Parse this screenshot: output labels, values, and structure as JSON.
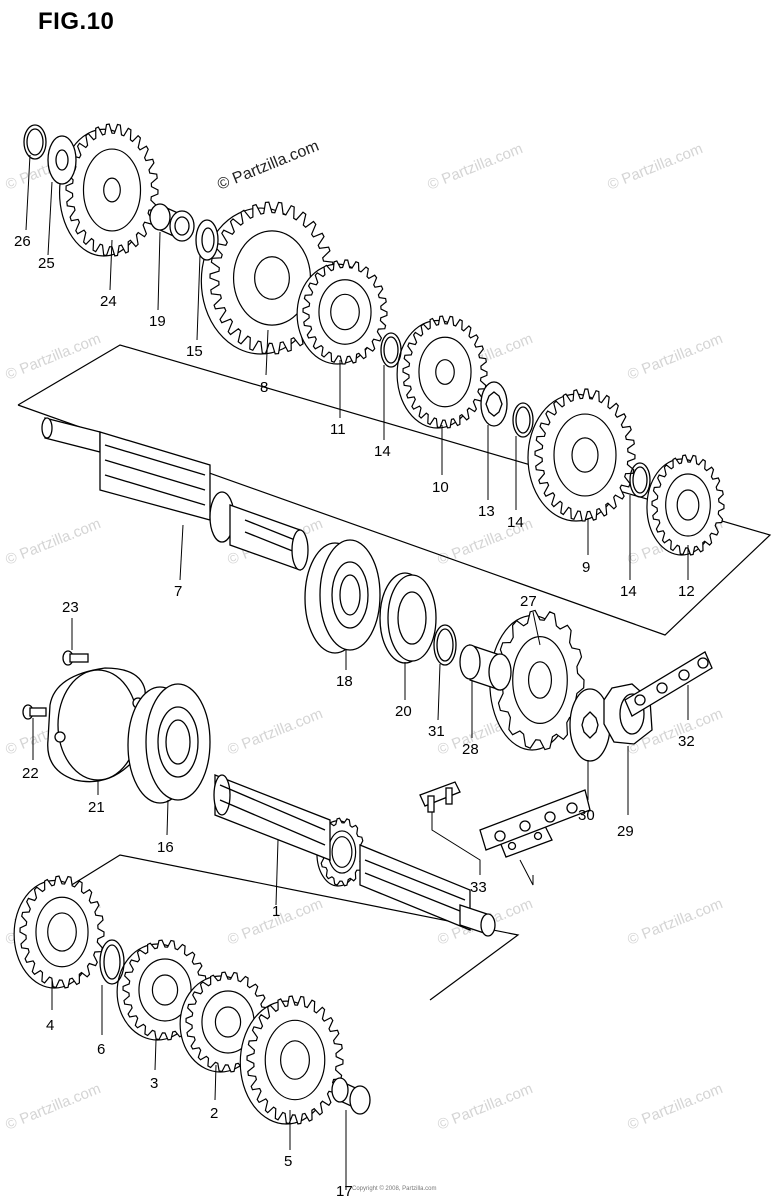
{
  "figure": {
    "title": "FIG.10",
    "watermark_main": "© Partzilla.com",
    "watermark_repeat": "© Partzilla.com",
    "footer": "Copyright © 2008, Partzilla.com"
  },
  "colors": {
    "line": "#000000",
    "watermark": "#d4d4d4"
  },
  "callouts": [
    {
      "id": "26",
      "label": "26"
    },
    {
      "id": "25",
      "label": "25"
    },
    {
      "id": "24",
      "label": "24"
    },
    {
      "id": "19",
      "label": "19"
    },
    {
      "id": "15",
      "label": "15"
    },
    {
      "id": "8",
      "label": "8"
    },
    {
      "id": "11",
      "label": "11"
    },
    {
      "id": "14a",
      "label": "14"
    },
    {
      "id": "10",
      "label": "10"
    },
    {
      "id": "13",
      "label": "13"
    },
    {
      "id": "14b",
      "label": "14"
    },
    {
      "id": "9",
      "label": "9"
    },
    {
      "id": "14c",
      "label": "14"
    },
    {
      "id": "12",
      "label": "12"
    },
    {
      "id": "7",
      "label": "7"
    },
    {
      "id": "23",
      "label": "23"
    },
    {
      "id": "22",
      "label": "22"
    },
    {
      "id": "21",
      "label": "21"
    },
    {
      "id": "16",
      "label": "16"
    },
    {
      "id": "18",
      "label": "18"
    },
    {
      "id": "20",
      "label": "20"
    },
    {
      "id": "31",
      "label": "31"
    },
    {
      "id": "28",
      "label": "28"
    },
    {
      "id": "27",
      "label": "27"
    },
    {
      "id": "32",
      "label": "32"
    },
    {
      "id": "30",
      "label": "30"
    },
    {
      "id": "29",
      "label": "29"
    },
    {
      "id": "33",
      "label": "33"
    },
    {
      "id": "1",
      "label": "1"
    },
    {
      "id": "4",
      "label": "4"
    },
    {
      "id": "6",
      "label": "6"
    },
    {
      "id": "3",
      "label": "3"
    },
    {
      "id": "2",
      "label": "2"
    },
    {
      "id": "5",
      "label": "5"
    },
    {
      "id": "17",
      "label": "17"
    }
  ]
}
